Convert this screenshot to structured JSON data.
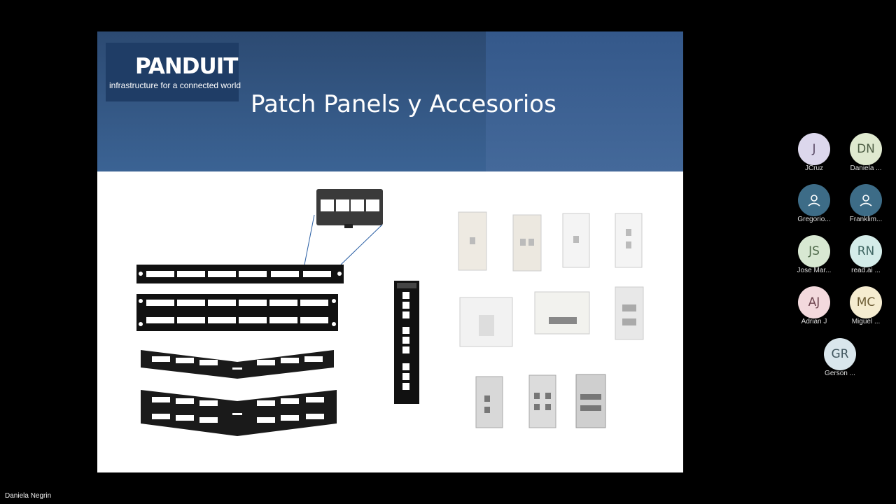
{
  "slide": {
    "logo_text": "PANDUIT",
    "logo_tagline": "infrastructure for a connected world",
    "title": "Patch Panels y Accesorios"
  },
  "participants": [
    {
      "initials": "J",
      "name": "JCruz",
      "color": "#dcd7ec",
      "icon": ""
    },
    {
      "initials": "DN",
      "name": "Daniela ...",
      "color": "#dfe9cf",
      "icon": ""
    },
    {
      "initials": "",
      "name": "Gregorio...",
      "color": "#3d6c87",
      "icon": "person-icon"
    },
    {
      "initials": "",
      "name": "Franklim...",
      "color": "#3d6c87",
      "icon": "person-icon"
    },
    {
      "initials": "JS",
      "name": "Jose Mar...",
      "color": "#d8e8d2",
      "icon": ""
    },
    {
      "initials": "RN",
      "name": "read.ai ...",
      "color": "#d4ece9",
      "icon": ""
    },
    {
      "initials": "AJ",
      "name": "Adrian J",
      "color": "#f3d9dd",
      "icon": ""
    },
    {
      "initials": "MC",
      "name": "Miguel ...",
      "color": "#f5ecd0",
      "icon": ""
    },
    {
      "initials": "GR",
      "name": "Gerson ...",
      "color": "#d9e6ec",
      "icon": ""
    }
  ],
  "speaker_name": "Daniela Negrin"
}
